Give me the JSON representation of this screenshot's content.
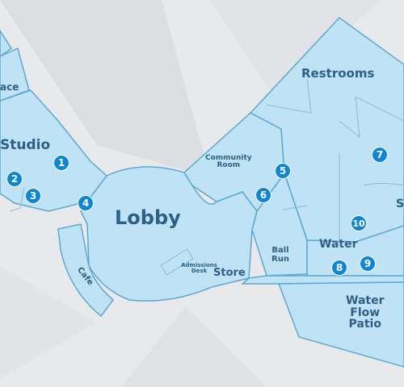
{
  "map": {
    "colors": {
      "room_fill": "#bfe3f4",
      "room_stroke": "#5ba8d4",
      "label": "#2e5f88",
      "marker": "#0f86d4"
    },
    "rooms": {
      "space_fragment": "ace",
      "studio": "Studio",
      "lobby": "Lobby",
      "cafe": "Cafe",
      "admissions_line1": "Admissions",
      "admissions_line2": "Desk",
      "store": "Store",
      "community_line1": "Community",
      "community_line2": "Room",
      "ball_line1": "Ball",
      "ball_line2": "Run",
      "water": "Water",
      "patio_line1": "Water",
      "patio_line2": "Flow",
      "patio_line3": "Patio",
      "restrooms": "Restrooms",
      "right_fragment": "S"
    },
    "markers": [
      "1",
      "2",
      "3",
      "4",
      "5",
      "6",
      "7",
      "8",
      "9",
      "10"
    ]
  }
}
